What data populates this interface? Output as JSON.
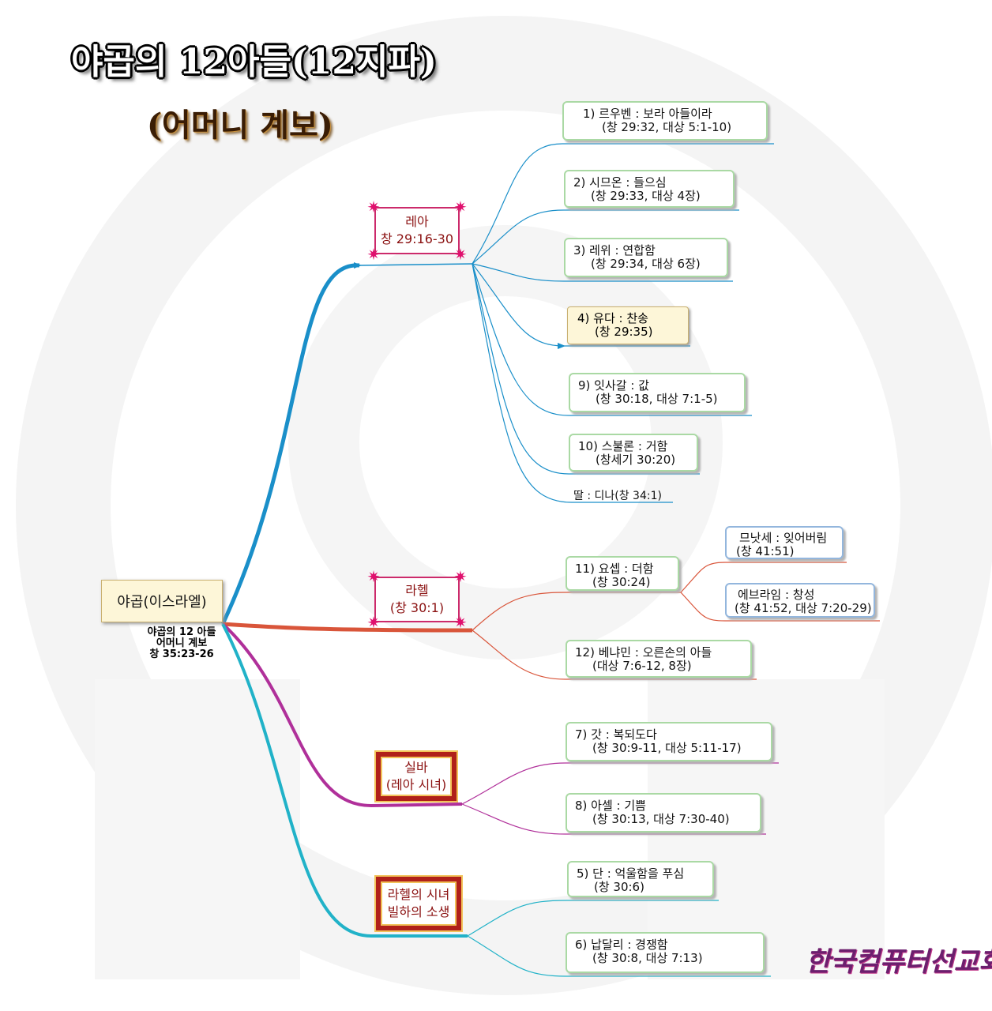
{
  "title": "야곱의 12아들(12지파)",
  "subtitle": "(어머니 계보)",
  "root": {
    "label": "야곱(이스라엘)",
    "note": [
      "야곱의 12 아들",
      "어머니 계보",
      "창 35:23-26"
    ]
  },
  "mothers": {
    "leah": [
      "레아",
      "창 29:16-30"
    ],
    "rachel": [
      "라헬",
      "(창 30:1)"
    ],
    "zilpah": [
      "실바",
      "(레아 시녀)"
    ],
    "bilhah": [
      "라헬의 시녀",
      "빌하의 소생"
    ]
  },
  "sons": {
    "reuben": [
      "1) 르우벤 : 보라 아들이라",
      "(창 29:32, 대상 5:1-10)"
    ],
    "simeon": [
      "2) 시므온 : 들으심",
      "(창 29:33, 대상 4장)"
    ],
    "levi": [
      "3) 레위 : 연합함",
      "(창 29:34, 대상 6장)"
    ],
    "judah": [
      "4) 유다 : 찬송",
      "(창 29:35)"
    ],
    "issachar": [
      "9) 잇사갈 : 값",
      "(창 30:18, 대상 7:1-5)"
    ],
    "zebulun": [
      "10) 스불론 : 거함",
      "(창세기 30:20)"
    ],
    "joseph": [
      "11) 요셉 : 더함",
      "(창 30:24)"
    ],
    "benjamin": [
      "12) 베냐민 : 오른손의 아들",
      "(대상 7:6-12, 8장)"
    ],
    "gad": [
      "7) 갓 : 복되도다",
      "(창 30:9-11, 대상 5:11-17)"
    ],
    "asher": [
      "8) 아셀 : 기쁨",
      "(창 30:13, 대상 7:30-40)"
    ],
    "dan": [
      "5) 단 : 억울함을 푸심",
      "(창 30:6)"
    ],
    "naphtali": [
      "6) 납달리 : 경쟁함",
      "(창 30:8, 대상 7:13)"
    ]
  },
  "daughter": "딸 : 디나(창 34:1)",
  "grandsons": {
    "manasseh": [
      "므낫세 : 잊어버림",
      "(창 41:51)"
    ],
    "ephraim": [
      "에브라임 : 창성",
      "(창 41:52, 대상 7:20-29)"
    ]
  },
  "logo": "한국컴퓨터선교회",
  "colors": {
    "leah_branch": "#1a8fc9",
    "rachel_branch": "#d9553a",
    "zilpah_branch": "#b0309a",
    "bilhah_branch": "#21b2c8",
    "box_border": "#aad9a4"
  }
}
